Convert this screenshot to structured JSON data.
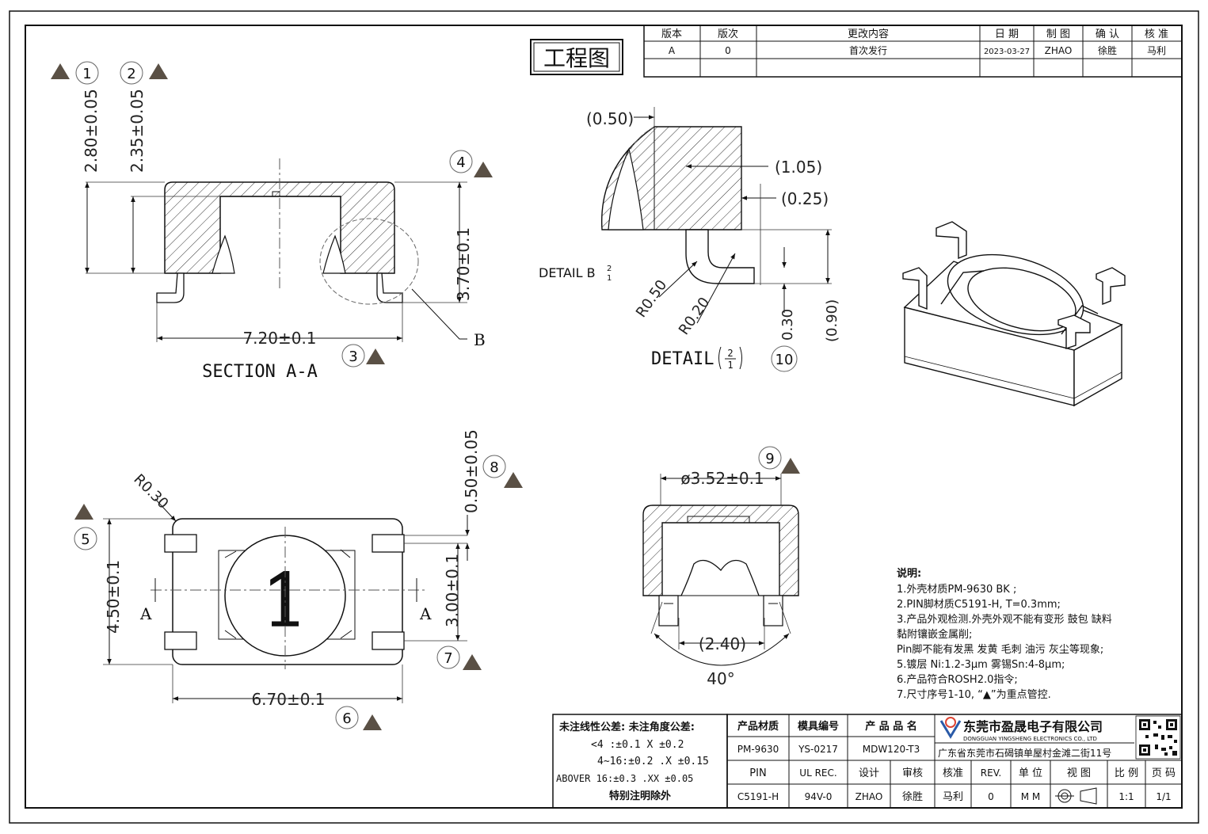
{
  "title_box": {
    "text": "工程图"
  },
  "revision_table": {
    "headers": [
      "版本",
      "版次",
      "更改内容",
      "日 期",
      "制 图",
      "确 认",
      "核 准"
    ],
    "rows": [
      [
        "A",
        "0",
        "首次发行",
        "2023-03-27",
        "ZHAO",
        "徐胜",
        "马利"
      ]
    ]
  },
  "section_view": {
    "title": "SECTION A-A",
    "dims": {
      "h_total": "2.80±0.05",
      "h_inner": "2.35±0.05",
      "h_side": "3.70±0.1",
      "width": "7.20±0.1"
    },
    "callout_label": "B",
    "markers": [
      "1",
      "2",
      "3",
      "4"
    ]
  },
  "detail_view": {
    "title": "DETAIL",
    "scale_num": "2",
    "scale_den": "1",
    "ref_label": "DETAIL B",
    "dims": {
      "d050": "(0.50)",
      "d105": "(1.05)",
      "d025": "(0.25)",
      "r050": "R0.50",
      "r020": "R0.20",
      "d030": "0.30",
      "d090": "(0.90)"
    },
    "markers": [
      "10"
    ]
  },
  "top_view": {
    "center_digit": "1",
    "section_label": "A",
    "dims": {
      "r030": "R0.30",
      "h450": "4.50±0.1",
      "h300": "3.00±0.1",
      "w670": "6.70±0.1",
      "t050": "0.50±0.05"
    },
    "markers": [
      "5",
      "6",
      "7",
      "8"
    ]
  },
  "end_view": {
    "dims": {
      "dia": "ø3.52±0.1",
      "w240": "(2.40)",
      "ang": "40°"
    },
    "markers": [
      "9"
    ]
  },
  "notes": {
    "heading": "说明:",
    "lines": [
      "1.外壳材质PM-9630 BK ;",
      "2.PIN脚材质C5191-H, T=0.3mm;",
      "3.产品外观检测.外壳外观不能有变形 鼓包 缺料",
      "  黏附镶嵌金属削;",
      " Pin脚不能有发黑 发黄 毛刺 油污 灰尘等现象;",
      "5.镀层 Ni:1.2-3μm 雾锡Sn:4-8μm;",
      "6.产品符合ROSH2.0指令;",
      "7.尺寸序号1-10, “▲”为重点管控."
    ]
  },
  "tolerance_block": {
    "lines": [
      "未注线性公差:  未注角度公差:",
      "<4 :±0.1  X ±0.2",
      "4~16:±0.2  .X ±0.15",
      "ABOVER 16:±0.3  .XX ±0.05",
      "特别注明除外"
    ]
  },
  "title_block": {
    "row1_headers": [
      "产品材质",
      "模具编号",
      "产 品 品 名"
    ],
    "row1_values": [
      "PM-9630",
      "YS-0217",
      "MDW120-T3"
    ],
    "row2_headers": [
      "PIN",
      "UL REC.",
      "设计",
      "审核",
      "核准",
      "REV.",
      "单 位",
      "视 图",
      "比 例",
      "页 码"
    ],
    "row2_values": [
      "C5191-H",
      "94V-0",
      "ZHAO",
      "徐胜",
      "马利",
      "0",
      "M M",
      "",
      "1:1",
      "1/1"
    ],
    "company_cn": "东莞市盈晟电子有限公司",
    "company_en": "DONGGUAN YINGSHENG ELECTRONICS CO., LTD",
    "address": "广东省东莞市石碣镇单屋村金滩二街11号"
  },
  "colors": {
    "line": "#1a1a1a",
    "hatch": "#333333",
    "marker": "#5a5045"
  }
}
